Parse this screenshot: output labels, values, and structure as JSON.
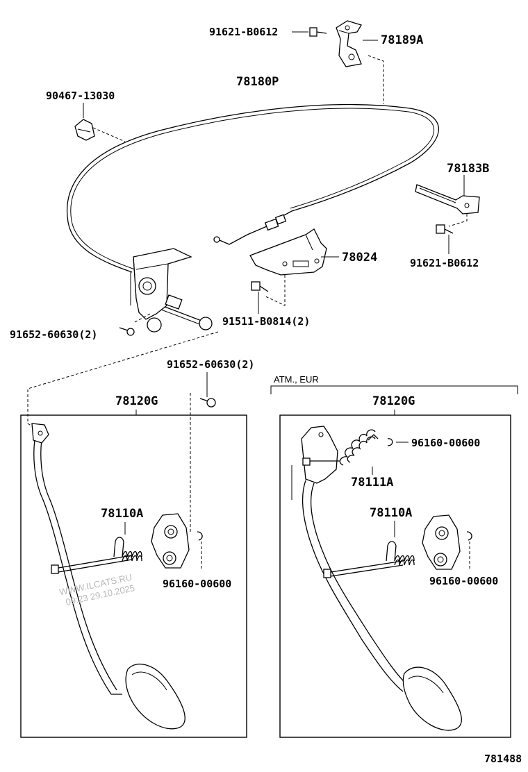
{
  "labels": {
    "p78189A": "78189A",
    "p91621_top": "91621-B0612",
    "p78180P": "78180P",
    "p90467": "90467-13030",
    "p78183B": "78183B",
    "p91621_right": "91621-B0612",
    "p78024": "78024",
    "p91511": "91511-B0814(2)",
    "p91652_left": "91652-60630(2)",
    "p91652_mid": "91652-60630(2)",
    "variant": "ATM., EUR",
    "p78120G_left": "78120G",
    "p78120G_right": "78120G",
    "p78110A_left": "78110A",
    "p78110A_right": "78110A",
    "p96160_left": "96160-00600",
    "p96160_right_top": "96160-00600",
    "p96160_right": "96160-00600",
    "p78111A": "78111A",
    "watermark_line1": "WWW.ILCATS.RU",
    "watermark_line2": "09:23 29.10.2025",
    "figure_number": "781488"
  }
}
